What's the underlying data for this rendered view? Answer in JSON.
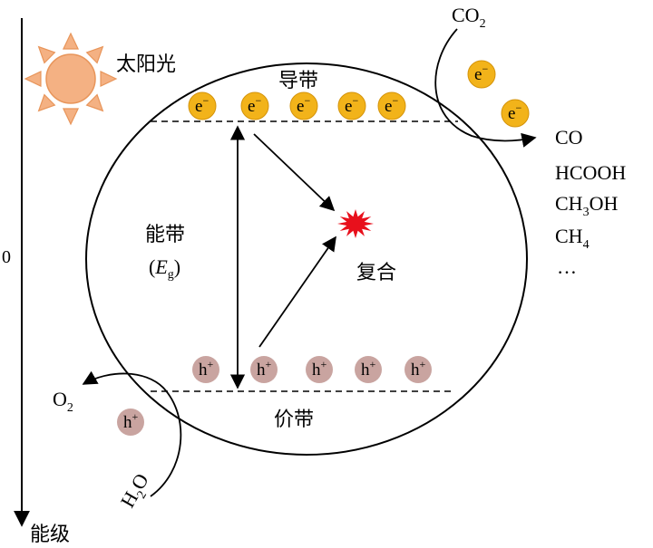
{
  "labels": {
    "sunlight": "太阳光",
    "conduction_band": "导带",
    "valence_band": "价带",
    "band_gap": "能带",
    "band_gap_symbol_open": "(",
    "band_gap_symbol_e": "E",
    "band_gap_symbol_sub": "g",
    "band_gap_symbol_close": ")",
    "recombination": "复合",
    "energy_axis": "能级",
    "axis_zero": "0",
    "electron": "e",
    "electron_charge": "−",
    "hole": "h",
    "hole_charge": "+"
  },
  "oxidation": {
    "product": {
      "base": "O",
      "sub": "2"
    },
    "reactant": {
      "base": "H",
      "sub": "2",
      "tail": "O"
    }
  },
  "reduction": {
    "reactant": {
      "base": "CO",
      "sub": "2"
    },
    "products": {
      "co": "CO",
      "hcooh": "HCOOH",
      "ch3oh": {
        "base": "CH",
        "sub": "3",
        "tail": "OH"
      },
      "ch4": {
        "base": "CH",
        "sub": "4"
      },
      "more": "…"
    }
  },
  "colors": {
    "electron": "#f2b31a",
    "electron_stroke": "#d4930a",
    "hole": "#c9a4a0",
    "sun": "#f4b183",
    "sun_stroke": "#e8955a",
    "spark": "#e8101c",
    "line": "#000000"
  }
}
